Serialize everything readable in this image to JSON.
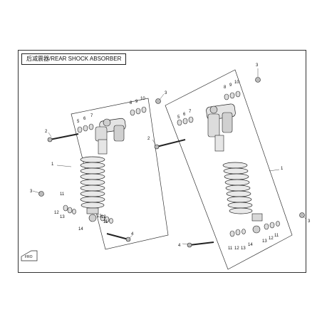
{
  "title": "后减震器/REAR SHOCK ABSORBER",
  "front_label": "FRO",
  "left_assembly": {
    "callouts": [
      "1",
      "2",
      "3",
      "4",
      "5",
      "6",
      "7",
      "8",
      "9",
      "10",
      "11",
      "12",
      "13",
      "14",
      "13",
      "12",
      "11"
    ]
  },
  "right_assembly": {
    "callouts": [
      "1",
      "2",
      "3",
      "4",
      "3",
      "5",
      "6",
      "7",
      "8",
      "9",
      "10",
      "11",
      "12",
      "13",
      "14",
      "13",
      "12",
      "11"
    ]
  },
  "colors": {
    "line": "#222222",
    "part": "#d6d6d6",
    "hatch": "#9a9a9a",
    "background": "#ffffff"
  }
}
